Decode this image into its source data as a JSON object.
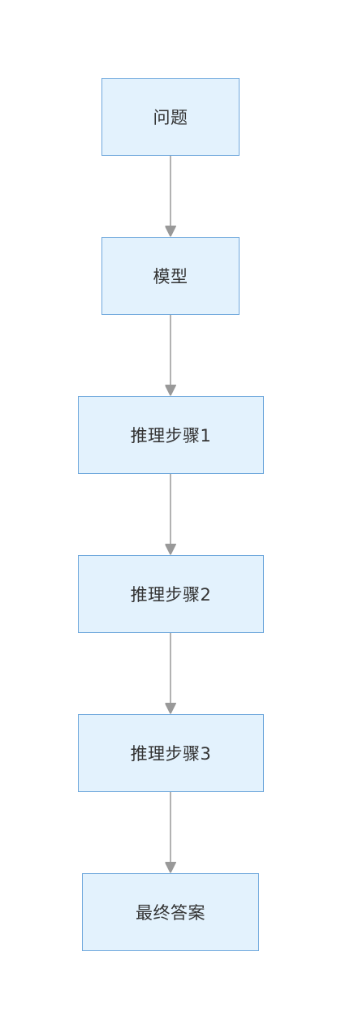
{
  "diagram": {
    "nodes": [
      {
        "id": "n1",
        "label": "问题"
      },
      {
        "id": "n2",
        "label": "模型"
      },
      {
        "id": "n3",
        "label": "推理步骤1"
      },
      {
        "id": "n4",
        "label": "推理步骤2"
      },
      {
        "id": "n5",
        "label": "推理步骤3"
      },
      {
        "id": "n6",
        "label": "最终答案"
      }
    ],
    "edges": [
      {
        "from": "n1",
        "to": "n2"
      },
      {
        "from": "n2",
        "to": "n3"
      },
      {
        "from": "n3",
        "to": "n4"
      },
      {
        "from": "n4",
        "to": "n5"
      },
      {
        "from": "n5",
        "to": "n6"
      }
    ],
    "colors": {
      "node_fill": "#e3f2fd",
      "node_border": "#6fa8dc",
      "edge": "#999999",
      "text": "#333333"
    }
  }
}
